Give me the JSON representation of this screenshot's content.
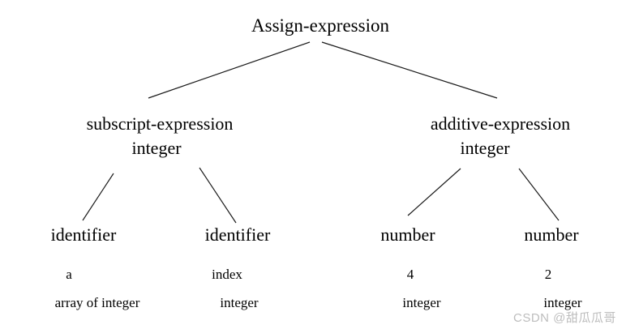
{
  "tree": {
    "root": "Assign-expression",
    "branches": [
      {
        "label": "subscript-expression",
        "type": "integer"
      },
      {
        "label": "additive-expression",
        "type": "integer"
      }
    ],
    "leaves": [
      {
        "label": "identifier",
        "value": "a",
        "type": "array of integer"
      },
      {
        "label": "identifier",
        "value": "index",
        "type": "integer"
      },
      {
        "label": "number",
        "value": "4",
        "type": "integer"
      },
      {
        "label": "number",
        "value": "2",
        "type": "integer"
      }
    ]
  },
  "watermark": "CSDN @甜瓜瓜哥",
  "colors": {
    "text": "#000000",
    "edge": "#1a1a1a",
    "watermark": "#bdbdbd",
    "background": "#ffffff"
  }
}
